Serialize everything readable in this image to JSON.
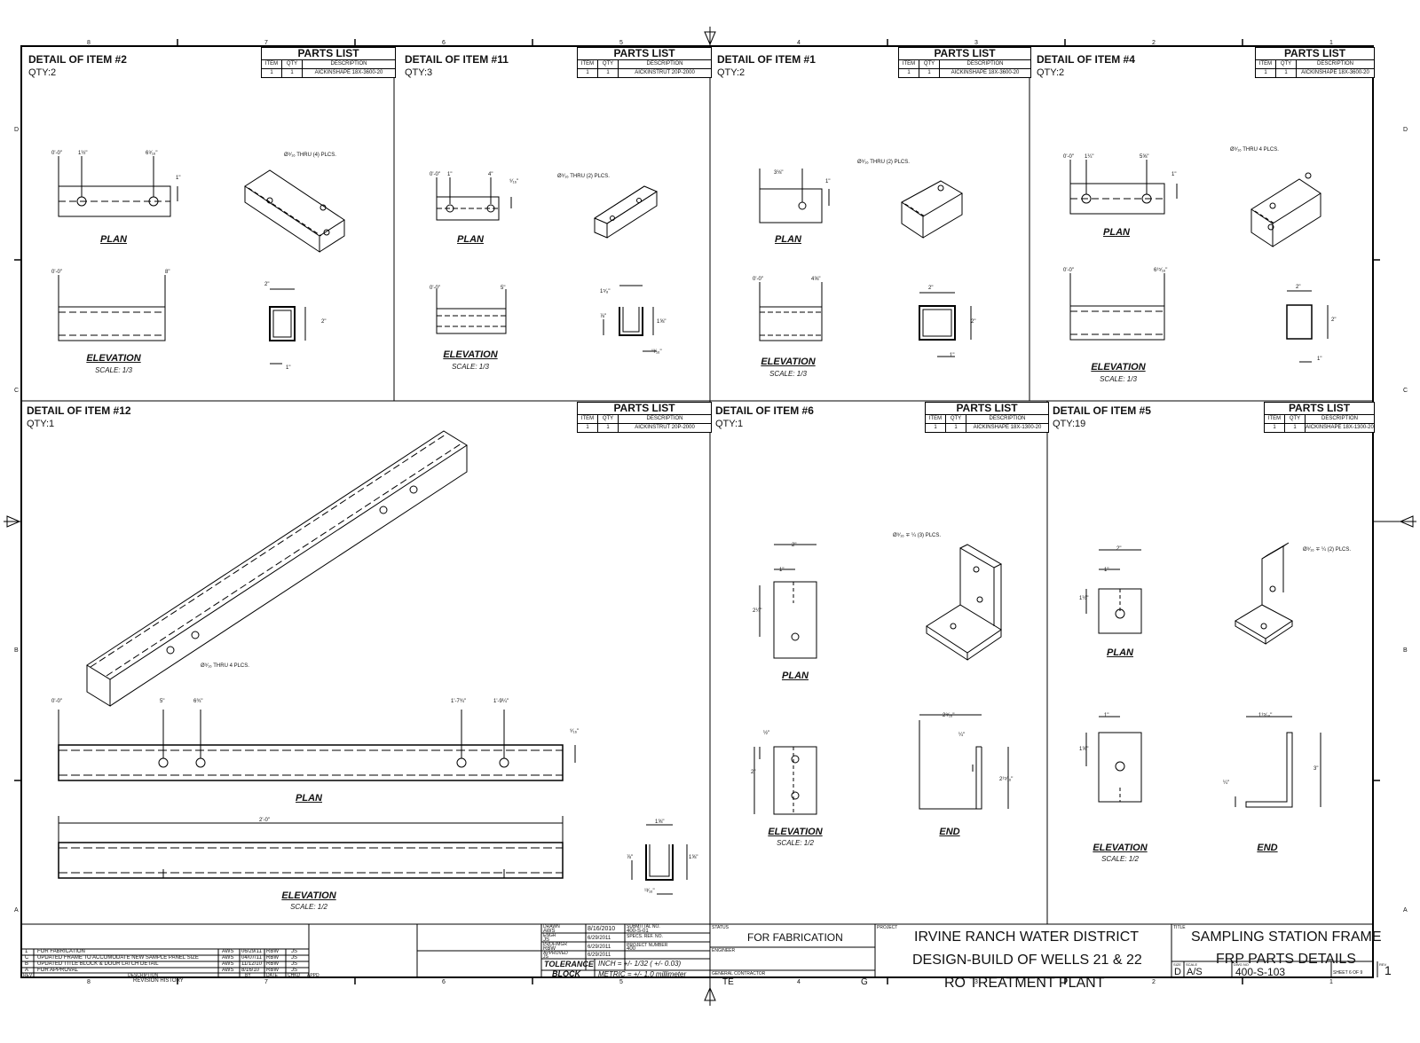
{
  "grid": {
    "columns": [
      "8",
      "7",
      "6",
      "5",
      "4",
      "3",
      "2",
      "1"
    ],
    "rows": [
      "D",
      "C",
      "B",
      "A"
    ]
  },
  "details": {
    "d2": {
      "title": "DETAIL OF ITEM #2",
      "qty": "QTY:2",
      "parts_header": "PARTS LIST",
      "cols": [
        "ITEM",
        "QTY",
        "DESCRIPTION"
      ],
      "row": [
        "1",
        "1",
        "AICKINSHAPE 18X-3600-20"
      ]
    },
    "d11": {
      "title": "DETAIL OF ITEM #11",
      "qty": "QTY:3",
      "parts_header": "PARTS LIST",
      "cols": [
        "ITEM",
        "QTY",
        "DESCRIPTION"
      ],
      "row": [
        "1",
        "1",
        "AICKINSTRUT 20P-2000"
      ]
    },
    "d1": {
      "title": "DETAIL OF ITEM #1",
      "qty": "QTY:2",
      "parts_header": "PARTS LIST",
      "cols": [
        "ITEM",
        "QTY",
        "DESCRIPTION"
      ],
      "row": [
        "1",
        "1",
        "AICKINSHAPE 18X-3600-20"
      ]
    },
    "d4": {
      "title": "DETAIL OF ITEM #4",
      "qty": "QTY:2",
      "parts_header": "PARTS LIST",
      "cols": [
        "ITEM",
        "QTY",
        "DESCRIPTION"
      ],
      "row": [
        "1",
        "1",
        "AICKINSHAPE 18X-3600-20"
      ]
    },
    "d12": {
      "title": "DETAIL OF ITEM #12",
      "qty": "QTY:1",
      "parts_header": "PARTS LIST",
      "cols": [
        "ITEM",
        "QTY",
        "DESCRIPTION"
      ],
      "row": [
        "1",
        "1",
        "AICKINSTRUT 20P-2000"
      ]
    },
    "d6": {
      "title": "DETAIL OF ITEM #6",
      "qty": "QTY:1",
      "parts_header": "PARTS LIST",
      "cols": [
        "ITEM",
        "QTY",
        "DESCRIPTION"
      ],
      "row": [
        "1",
        "1",
        "AICKINSHAPE 18X-1300-20"
      ]
    },
    "d5": {
      "title": "DETAIL OF ITEM #5",
      "qty": "QTY:19",
      "parts_header": "PARTS LIST",
      "cols": [
        "ITEM",
        "QTY",
        "DESCRIPTION"
      ],
      "row": [
        "1",
        "1",
        "AICKINSHAPE 18X-1300-20"
      ]
    }
  },
  "views": {
    "plan": "PLAN",
    "elevation": "ELEVATION",
    "end": "END",
    "scale_third": "SCALE: 1/3",
    "scale_half": "SCALE: 1/2"
  },
  "notes": {
    "d2_holes": "Ø⁹⁄₁₆ THRU (4) PLCS.",
    "d11_holes": "Ø⁹⁄₁₆ THRU (2) PLCS.",
    "d1_holes": "Ø⁹⁄₁₆ THRU (2) PLCS.",
    "d4_holes": "Ø⁹⁄₁₆ THRU 4 PLCS.",
    "d12_holes": "Ø⁹⁄₁₆ THRU 4 PLCS.",
    "d6_holes": "Ø⁹⁄₁₆ ∓ ¼ (3) PLCS.",
    "d5_holes": "Ø⁹⁄₁₆ ∓ ¼ (2) PLCS."
  },
  "dims": {
    "zero": "0'-0\"",
    "d2": {
      "a": "1½\"",
      "b": "6⁹⁄₁₆\"",
      "c": "1\"",
      "len": "8\"",
      "w": "2\"",
      "h": "2\"",
      "t": "1\""
    },
    "d11": {
      "a": "1\"",
      "b": "4\"",
      "c": "⁹⁄₁₆\"",
      "len": "5\"",
      "w": "1⁵⁄₈\"",
      "h": "1⅝\"",
      "t": "⅞\"",
      "u": "¹³⁄₁₆\""
    },
    "d1": {
      "a": "3⅛\"",
      "c": "1\"",
      "len": "4⅝\"",
      "w": "2\"",
      "h": "2\"",
      "t": "1\""
    },
    "d4": {
      "a": "1¼\"",
      "b": "5⅝\"",
      "c": "1\"",
      "len": "6¹⁵⁄₁₆\"",
      "w": "2\"",
      "h": "2\"",
      "t": "1\""
    },
    "d12": {
      "a": "5\"",
      "b": "6¾\"",
      "c": "1'-7¾\"",
      "d": "1'-9¼\"",
      "e": "⁹⁄₁₆\"",
      "len": "2'-0\"",
      "w": "1⅝\"",
      "h": "1⅝\"",
      "t": "⅞\"",
      "u": "¹³⁄₁₆\""
    },
    "d6": {
      "w": "2\"",
      "a": "1\"",
      "b": "2¼\"",
      "c": "½\"",
      "d": "2\"",
      "e": "2⁹⁄₁₆\"",
      "f": "¼\"",
      "g": "2¹⁵⁄₁₆\""
    },
    "d5": {
      "w": "2\"",
      "a": "1\"",
      "b": "1½\"",
      "c": "1\"",
      "d": "1⅝\"",
      "e": "1¹⁵⁄₁₆\"",
      "f": "3\"",
      "g": "¼\""
    }
  },
  "revisions": {
    "rows": [
      [
        "1",
        "FOR FABRICATION",
        "AWS",
        "06/29/11",
        "RBW",
        "JS"
      ],
      [
        "C",
        "UPDATED FRAME TO ACCOMODATE NEW SAMPLE PANEL SIZE",
        "AWS",
        "04/07/11",
        "RBW",
        "JS"
      ],
      [
        "B",
        "UPDATED TITLE BLOCK & DOOR LATCH DETAIL",
        "AWS",
        "11/12/10",
        "RBW",
        "JS"
      ],
      [
        "A",
        "FOR APPROVAL",
        "AWS",
        "8/16/10",
        "RBW",
        "JS"
      ]
    ],
    "headers": [
      "REV",
      "DESCRIPTION",
      "BY",
      "DATE",
      "CHKD",
      "APPD"
    ],
    "caption": "REVISION HISTORY"
  },
  "signoff": {
    "drawn_l": "DRAWN",
    "drawn": "AWS",
    "drawn_date": "8/16/2010",
    "engr_l": "ENGR",
    "engr": "JS",
    "engr_date": "6/29/2011",
    "profmgr_l": "PROF/MGR",
    "profmgr": "RBW",
    "profmgr_date": "6/29/2011",
    "approved_l": "APPROVED",
    "approved": "JS",
    "approved_date": "6/29/2011",
    "submittal_l": "SUBMITTAL NO.",
    "submittal": "400-S-01",
    "specs_l": "SPECS. REF. NO.",
    "project_l": "PROJECT NUMBER",
    "project": "400",
    "tolerance": "TOLERANCE",
    "block": "BLOCK",
    "inch": "INCH = +/- 1/32 ( +/- 0.03)",
    "metric": "METRIC = +/- 1.0 millimeter"
  },
  "status": {
    "status_l": "STATUS",
    "status": "FOR FABRICATION",
    "engineer_l": "ENGINEER",
    "contractor_l": "GENERAL CONTRACTOR",
    "contractor": "TE",
    "contractor_suffix": "G"
  },
  "project": {
    "label": "PROJECT",
    "line1": "IRVINE RANCH WATER DISTRICT",
    "line2": "DESIGN-BUILD OF WELLS 21 & 22",
    "line3": "RO TREATMENT PLANT"
  },
  "title": {
    "label": "TITLE",
    "line1": "SAMPLING STATION FRAME",
    "line2": "FRP PARTS DETAILS",
    "size_l": "SIZE",
    "size": "D",
    "scale_l": "SCALE",
    "scale": "A/S",
    "dwg_l": "DWG NO",
    "dwg": "400-S-103",
    "sheet": "SHEET 6   OF 9",
    "rev_l": "REV",
    "rev": "1"
  }
}
